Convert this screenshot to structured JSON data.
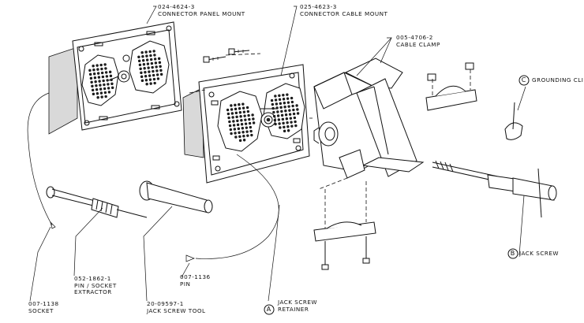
{
  "labels": {
    "panel_mount": {
      "part": "024-4624-3",
      "name": "CONNECTOR PANEL MOUNT"
    },
    "cable_mount": {
      "part": "025-4623-3",
      "name": "CONNECTOR CABLE MOUNT"
    },
    "cable_clamp": {
      "part": "005-4706-2",
      "name": "CABLE CLAMP"
    },
    "grounding_clip": {
      "letter": "C",
      "name": "GROUNDING CLIP"
    },
    "jack_screw": {
      "letter": "B",
      "name": "JACK SCREW"
    },
    "jack_screw_retainer": {
      "letter": "A",
      "line1": "JACK SCREW",
      "line2": "RETAINER"
    },
    "pin": {
      "part": "007-1136",
      "name": "PIN"
    },
    "jack_screw_tool": {
      "part": "20-09597-1",
      "name": "JACK SCREW TOOL"
    },
    "extractor": {
      "part": "052-1862-1",
      "line1": "PIN / SOCKET",
      "line2": "EXTRACTOR"
    },
    "socket": {
      "part": "007-1138",
      "name": "SOCKET"
    }
  }
}
